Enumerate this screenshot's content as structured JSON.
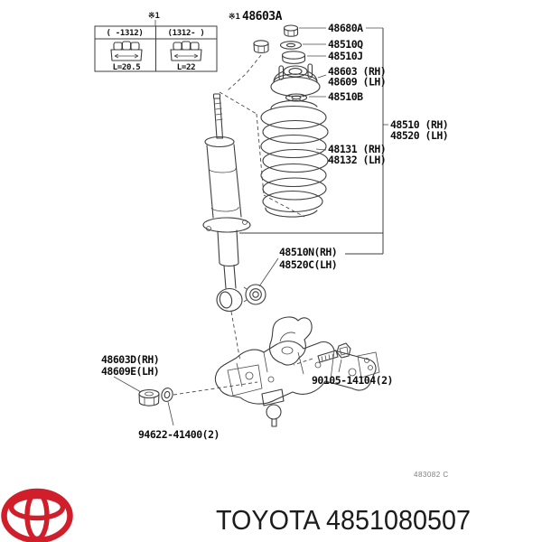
{
  "page": {
    "background": "#ffffff",
    "line_color": "#3d3d3d",
    "accent_red": "#d01f2b"
  },
  "variant_table": {
    "ref_mark": "※1",
    "columns": [
      {
        "header": "(  -1312)",
        "length": "L=20.5"
      },
      {
        "header": "(1312-  )",
        "length": "L=22"
      }
    ]
  },
  "callouts": {
    "bolt_ref_mark": "※1",
    "bolt_ref_number": "48603A",
    "nut": "48680A",
    "washer_q": "48510Q",
    "cushion": "48510J",
    "support_rh": "48603 (RH)",
    "support_lh": "48609 (LH)",
    "washer_b": "48510B",
    "assembly_rh": "48510 (RH)",
    "assembly_lh": "48520 (LH)",
    "spring_rh": "48131 (RH)",
    "spring_lh": "48132 (LH)",
    "absorber_rh": "48510N(RH)",
    "absorber_lh": "48520C(LH)",
    "nut_d_rh": "48603D(RH)",
    "nut_d_lh": "48609E(LH)",
    "washer_part": "94622-41400(2)",
    "bolt_part": "90105-14104(2)"
  },
  "figure_code": "483082 C",
  "footer": {
    "logo": "toyota-emblem",
    "caption": "TOYOTA 4851080507"
  }
}
